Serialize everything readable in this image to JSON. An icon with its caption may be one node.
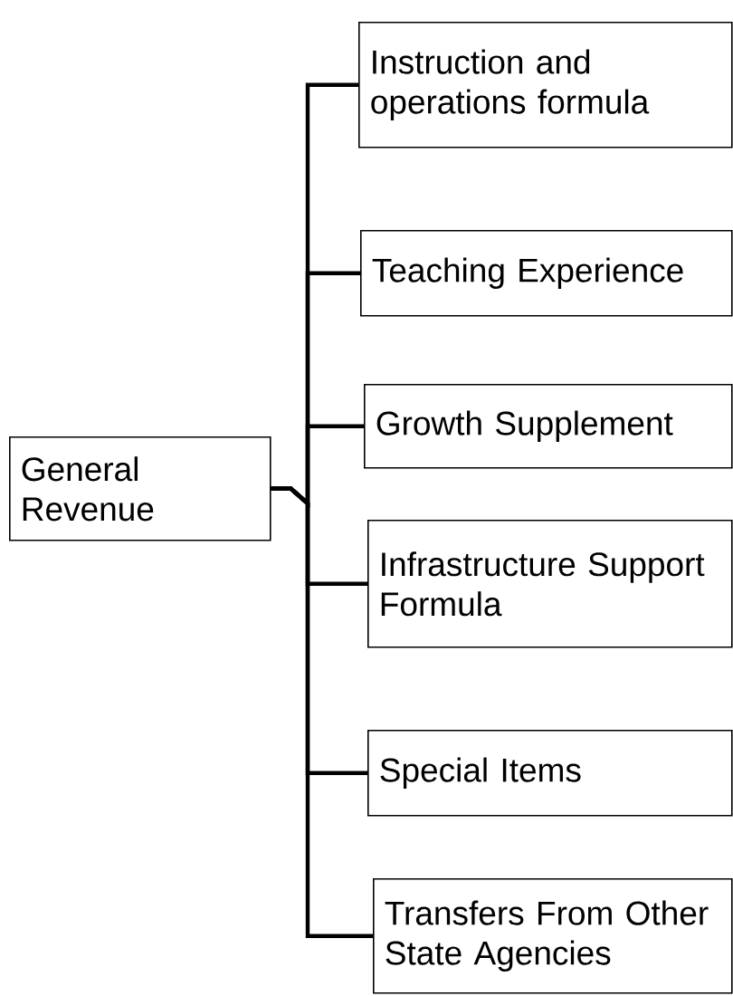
{
  "diagram": {
    "nodes": [
      {
        "text": [
          "General Revenue"
        ]
      },
      {
        "text": [
          "Instruction and operations formula"
        ]
      },
      {
        "text": [
          "Teaching Experience"
        ]
      },
      {
        "text": [
          "Growth Supplement"
        ]
      },
      {
        "text": [
          "Infrastructure Support Formula"
        ]
      },
      {
        "text": [
          "Special Items"
        ]
      },
      {
        "text": [
          "Transfers From Other State Agencies"
        ]
      }
    ],
    "edges": [
      {
        "from": 0,
        "to": 1,
        "arrow": "none"
      },
      {
        "from": 0,
        "to": 2,
        "arrow": "none"
      },
      {
        "from": 0,
        "to": 3,
        "arrow": "none"
      },
      {
        "from": 0,
        "to": 4,
        "arrow": "none"
      },
      {
        "from": 0,
        "to": 5,
        "arrow": "none"
      },
      {
        "from": 0,
        "to": 6,
        "arrow": "none"
      }
    ]
  }
}
